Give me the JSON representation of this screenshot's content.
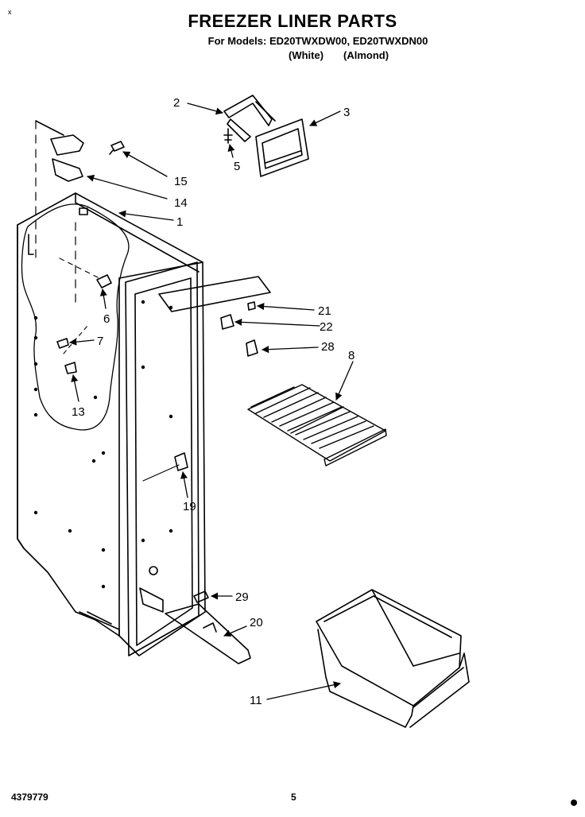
{
  "header": {
    "corner_mark": "x",
    "title": "FREEZER LINER PARTS",
    "models_line": "For Models: ED20TWXDW00, ED20TWXDN00",
    "variant_white": "(White)",
    "variant_almond": "(Almond)"
  },
  "callouts": [
    {
      "id": "1",
      "label": "1"
    },
    {
      "id": "2",
      "label": "2"
    },
    {
      "id": "3",
      "label": "3"
    },
    {
      "id": "5",
      "label": "5"
    },
    {
      "id": "6",
      "label": "6"
    },
    {
      "id": "7",
      "label": "7"
    },
    {
      "id": "8",
      "label": "8"
    },
    {
      "id": "11",
      "label": "11"
    },
    {
      "id": "13",
      "label": "13"
    },
    {
      "id": "14",
      "label": "14"
    },
    {
      "id": "15",
      "label": "15"
    },
    {
      "id": "19",
      "label": "19"
    },
    {
      "id": "20",
      "label": "20"
    },
    {
      "id": "21",
      "label": "21"
    },
    {
      "id": "22",
      "label": "22"
    },
    {
      "id": "28",
      "label": "28"
    },
    {
      "id": "29",
      "label": "29"
    }
  ],
  "footer": {
    "doc_number": "4379779",
    "page_number": "5"
  }
}
